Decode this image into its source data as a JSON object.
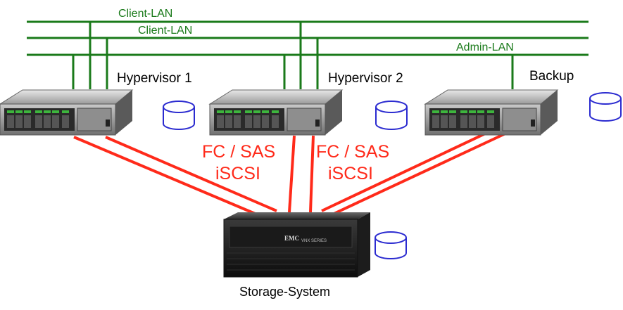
{
  "networks": {
    "client_lan_1": "Client-LAN",
    "client_lan_2": "Client-LAN",
    "admin_lan": "Admin-LAN"
  },
  "nodes": {
    "hypervisor_1": "Hypervisor 1",
    "hypervisor_2": "Hypervisor 2",
    "backup": "Backup",
    "storage": "Storage-System"
  },
  "protocols": {
    "left_line1": "FC / SAS",
    "left_line2": "iSCSI",
    "right_line1": "FC / SAS",
    "right_line2": "iSCSI"
  },
  "storage_brand": "EMC",
  "storage_series": "VNX SERIES",
  "colors": {
    "lan": "#1a7a1a",
    "san": "#ff2a1a",
    "disk": "#2b2bd0"
  }
}
